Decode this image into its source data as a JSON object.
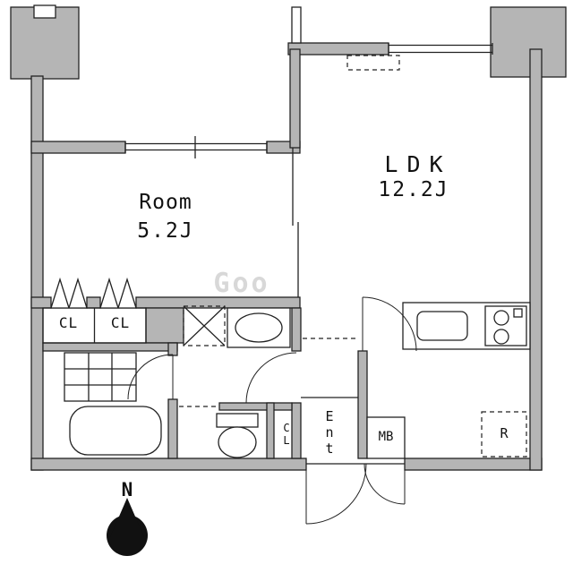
{
  "plan": {
    "room": {
      "name": "Room",
      "size": "5.2J"
    },
    "ldk": {
      "name": "LDK",
      "size": "12.2J"
    },
    "closet_left": {
      "label": "CL"
    },
    "closet_right": {
      "label": "CL"
    },
    "closet_hall": {
      "label": "CL"
    },
    "entrance": {
      "label": "Ent"
    },
    "meter_box": {
      "label": "MB"
    },
    "refrigerator": {
      "label": "R"
    }
  },
  "compass": {
    "north_label": "N"
  },
  "watermark": {
    "text": "Goo"
  },
  "colors": {
    "wall_fill": "#b5b5b5",
    "wall_stroke": "#222222",
    "line": "#222222",
    "watermark": "#cccccc"
  }
}
